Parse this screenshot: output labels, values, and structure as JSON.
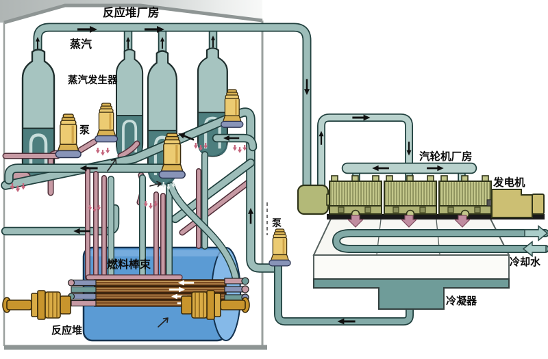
{
  "diagram_labels": {
    "reactor_building": "反应堆厂房",
    "steam": "蒸汽",
    "steam_generator": "蒸汽发生器",
    "coolant_pump": "泵",
    "fuel_bundle": "燃料棒束",
    "reactor": "反应堆",
    "feedwater_pump": "泵",
    "turbine_building": "汽轮机厂房",
    "generator": "发电机",
    "cooling_water": "冷却水",
    "condenser": "冷凝器"
  },
  "palette": {
    "pipe_teal": "#9dbdb9",
    "steam_pipe_teal": "#b9d2cd",
    "pipe_pink": "#c79aa4",
    "vessel_teal_light": "#a6c4c0",
    "vessel_teal_dark": "#4d7e7e",
    "pump_gold": "#e8c363",
    "pump_base_blue": "#8894b8",
    "reactor_blue": "#5b9bd4",
    "fuel_channel_brown": "#7a4a22",
    "fueling_machine_gold": "#c8952d",
    "turbine_olive": "#c3c78b",
    "generator_khaki": "#ccbf73",
    "condenser_teal": "#6f9c99",
    "building_gray": "#8e9594",
    "flow_arrow_black": "#101010",
    "exhaust_arrow_pink": "#c08da0",
    "drip_pink": "#c4657c"
  }
}
